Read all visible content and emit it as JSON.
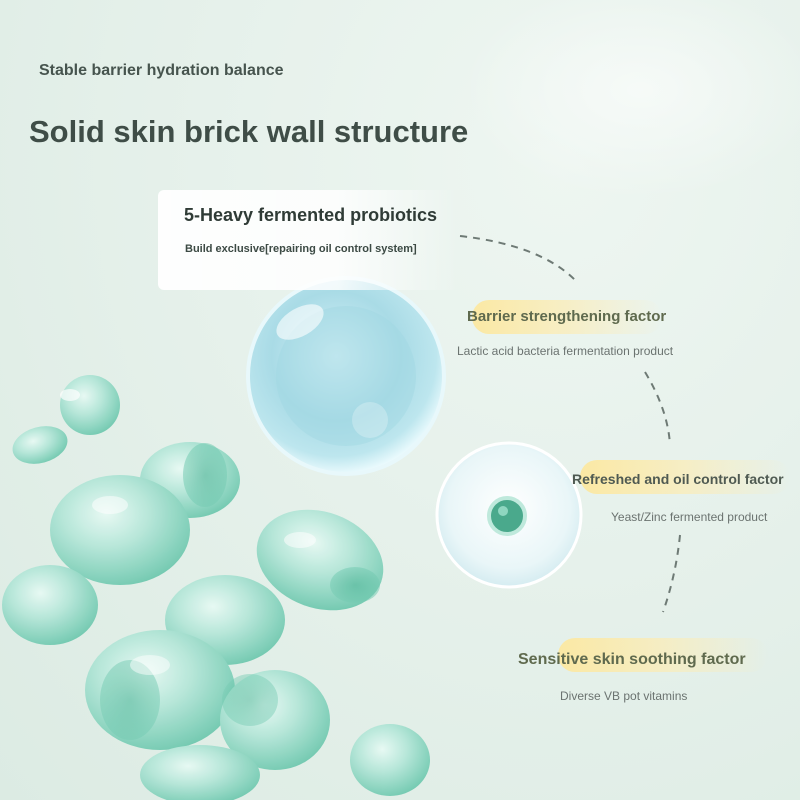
{
  "header": {
    "subtitle": "Stable barrier hydration balance",
    "title": "Solid skin brick wall structure"
  },
  "card": {
    "title": "5-Heavy fermented probiotics",
    "subtitle": "Build exclusive[repairing oil control system]"
  },
  "factors": [
    {
      "name": "Barrier strengthening factor",
      "description": "Lactic acid bacteria fermentation product"
    },
    {
      "name": "Refreshed and oil control factor",
      "description": "Yeast/Zinc fermented product"
    },
    {
      "name": "Sensitive skin soothing factor",
      "description": "Diverse VB pot vitamins"
    }
  ],
  "colors": {
    "background": "#e6f1eb",
    "highlight": "#fce8a0",
    "capsule_green": "#5fbfa4",
    "text_dark": "#3f4d47"
  }
}
